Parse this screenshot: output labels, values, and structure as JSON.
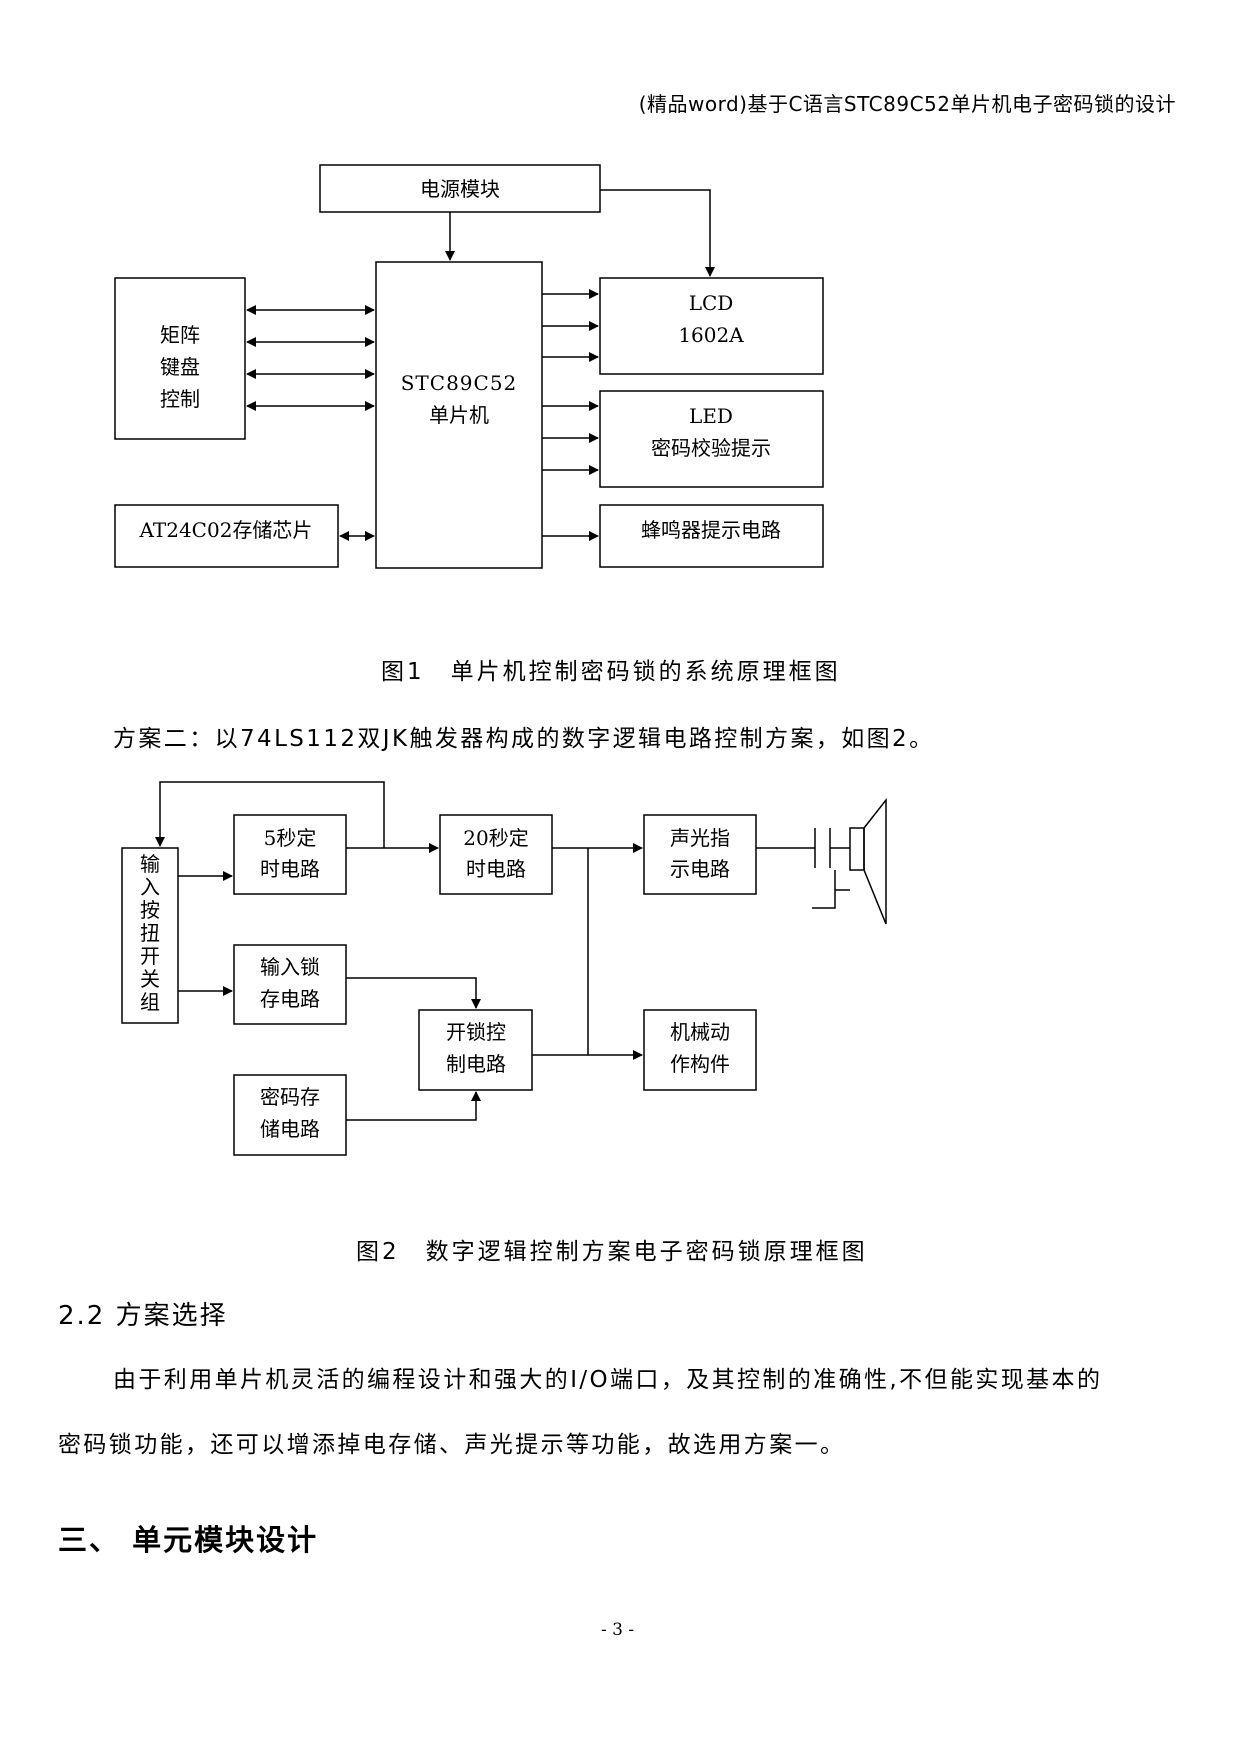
{
  "header": {
    "title": "(精品word)基于C语言STC89C52单片机电子密码锁的设计"
  },
  "figure1": {
    "power": "电源模块",
    "keyboard": [
      "矩阵",
      "键盘",
      "控制"
    ],
    "mcu": [
      "STC89C52",
      "单片机"
    ],
    "lcd": [
      "LCD",
      "1602A"
    ],
    "led": [
      "LED",
      "密码校验提示"
    ],
    "eeprom": "AT24C02存储芯片",
    "buzzer": "蜂鸣器提示电路",
    "caption": "图1　单片机控制密码锁的系统原理框图"
  },
  "scheme2": {
    "text": "方案二：以74LS112双JK触发器构成的数字逻辑电路控制方案，如图2。"
  },
  "figure2": {
    "input": [
      "输",
      "入",
      "按",
      "扭",
      "开",
      "关",
      "组"
    ],
    "timer5": [
      "5秒定",
      "时电路"
    ],
    "timer20": [
      "20秒定",
      "时电路"
    ],
    "alarm": [
      "声光指",
      "示电路"
    ],
    "latch": [
      "输入锁",
      "存电路"
    ],
    "unlock": [
      "开锁控",
      "制电路"
    ],
    "mech": [
      "机械动",
      "作构件"
    ],
    "storage": [
      "密码存",
      "储电路"
    ],
    "caption": "图2　数字逻辑控制方案电子密码锁原理框图"
  },
  "section22": {
    "title": "2.2 方案选择",
    "line1": "由于利用单片机灵活的编程设计和强大的I/O端口，及其控制的准确性,不但能实现基本的",
    "line2": "密码锁功能，还可以增添掉电存储、声光提示等功能，故选用方案一。"
  },
  "section3": {
    "title": "三、 单元模块设计"
  },
  "footer": {
    "page": "- 3 -"
  }
}
